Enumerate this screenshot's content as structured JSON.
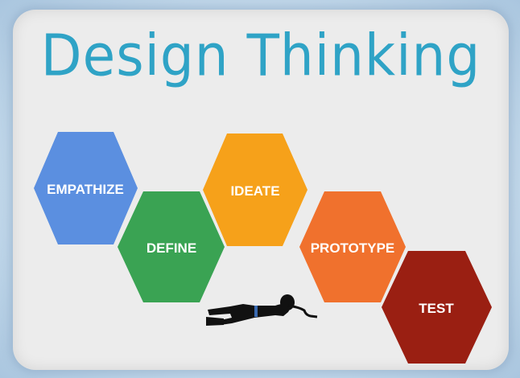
{
  "title": "Design Thinking",
  "stages": [
    {
      "label": "EMPATHIZE",
      "color": "#5b8fe0"
    },
    {
      "label": "DEFINE",
      "color": "#3aa353"
    },
    {
      "label": "IDEATE",
      "color": "#f6a11a"
    },
    {
      "label": "PROTOTYPE",
      "color": "#f0712d"
    },
    {
      "label": "TEST",
      "color": "#9a1f12"
    }
  ],
  "figure_icon": "lying-person-icon"
}
